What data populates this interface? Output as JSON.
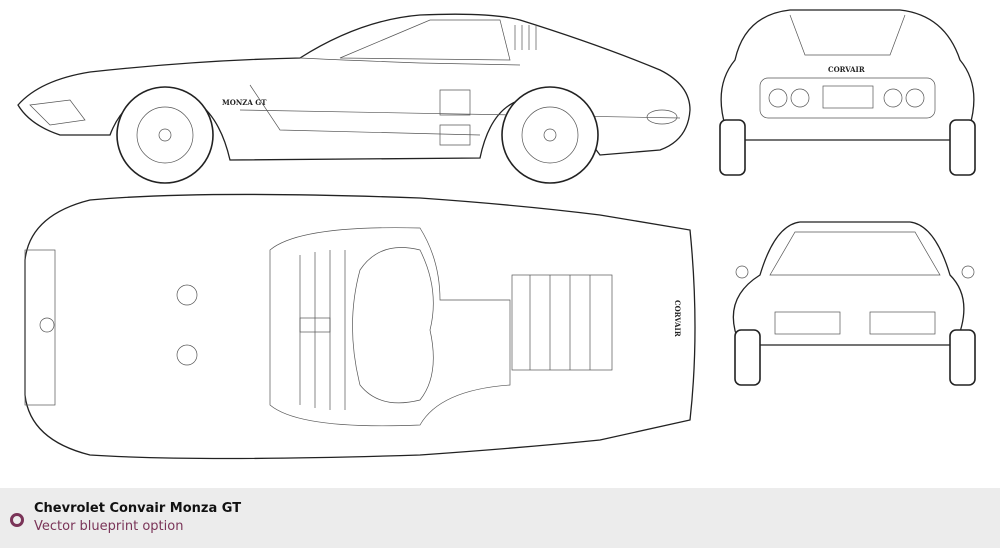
{
  "drawing": {
    "side_badge": "MONZA GT",
    "rear_badge": "CORVAIR",
    "top_badge": "CORVAIR"
  },
  "caption": {
    "title": "Chevrolet Convair Monza GT",
    "subtitle": "Vector blueprint option",
    "accent_color": "#7a3458"
  }
}
